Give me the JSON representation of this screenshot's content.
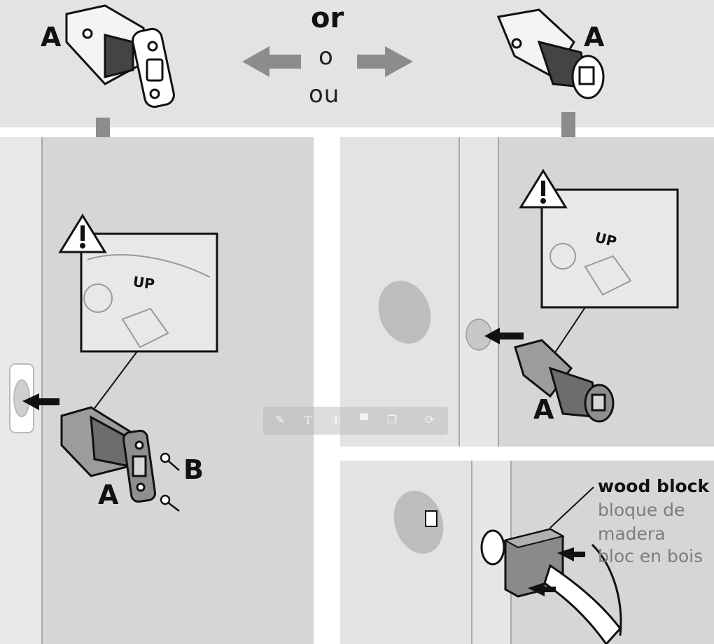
{
  "top": {
    "left_label": "A",
    "right_label": "A",
    "or_en": "or",
    "or_es": "o",
    "or_fr": "ou"
  },
  "left_panel": {
    "callout_text": "UP",
    "latch_label": "A",
    "screw_label": "B"
  },
  "right_panel": {
    "callout_text": "UP",
    "latch_label": "A"
  },
  "wood_block_panel": {
    "label_en": "wood block",
    "label_es_line1": "bloque de",
    "label_es_line2": "madera",
    "label_fr": "bloc en bois"
  },
  "toolbar": {
    "tools": [
      "pen-icon",
      "text-icon",
      "text-box-icon",
      "stamp-icon",
      "layers-icon",
      "rotate-icon"
    ]
  },
  "colors": {
    "panel_gray": "#e3e3e3",
    "door_gray": "#d4d4d4",
    "arrow_gray": "#8c8c8c",
    "ink": "#111111"
  }
}
